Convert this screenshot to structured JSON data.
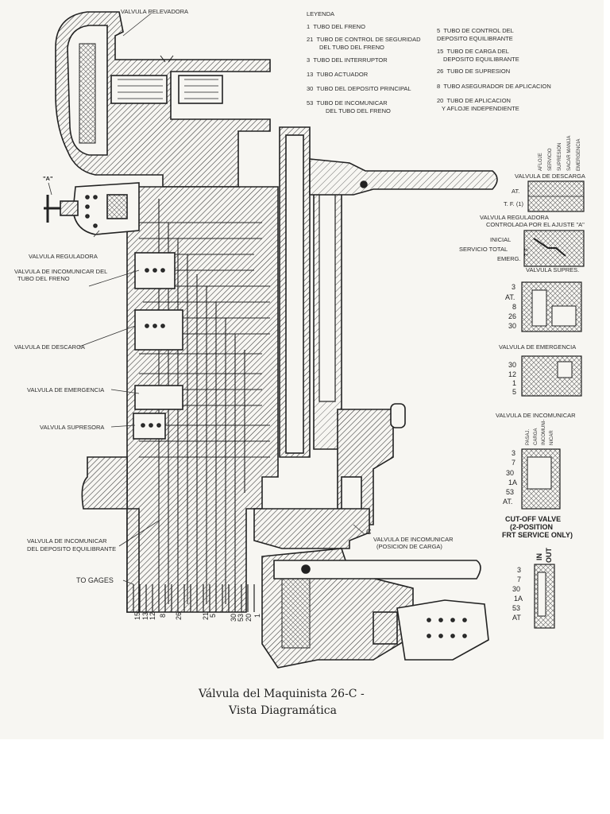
{
  "title_line1": "Válvula del Maquinista 26-C -",
  "title_line2": "Vista Diagramática",
  "legend": {
    "heading": "LEYENDA",
    "col1": [
      {
        "num": "1",
        "text": "TUBO DEL FRENO"
      },
      {
        "num": "21",
        "text": "TUBO DE CONTROL DE SEGURIDAD",
        "text2": "DEL TUBO DEL FRENO"
      },
      {
        "num": "3",
        "text": "TUBO DEL INTERRUPTOR"
      },
      {
        "num": "13",
        "text": "TUBO ACTUADOR"
      },
      {
        "num": "30",
        "text": "TUBO DEL DEPOSITO PRINCIPAL"
      },
      {
        "num": "53",
        "text": "TUBO DE INCOMUNICAR",
        "text2": "DEL TUBO DEL FRENO"
      }
    ],
    "col2": [
      {
        "num": "5",
        "text": "TUBO DE CONTROL DEL",
        "text2": "DEPOSITO EQUILIBRANTE"
      },
      {
        "num": "15",
        "text": "TUBO DE CARGA DEL",
        "text2": "DEPOSITO EQUILIBRANTE"
      },
      {
        "num": "26",
        "text": "TUBO DE SUPRESION"
      },
      {
        "num": "8",
        "text": "TUBO ASEGURADOR DE APLICACION"
      },
      {
        "num": "20",
        "text": "TUBO DE APLICACION",
        "text2": "Y AFLOJE INDEPENDIENTE"
      }
    ]
  },
  "labels": {
    "valvula_relevadora": "VALVULA RELEVADORA",
    "a_marker": "\"A\"",
    "valvula_reguladora": "VALVULA REGULADORA",
    "incomunicar_freno_1": "VALVULA DE INCOMUNICAR DEL",
    "incomunicar_freno_2": "TUBO DEL FRENO",
    "valvula_descarga": "VALVULA DE DESCARGA",
    "valvula_emergencia": "VALVULA DE EMERGENCIA",
    "valvula_supresora": "VALVULA SUPRESORA",
    "incomunicar_deposito_1": "VALVULA DE INCOMUNICAR",
    "incomunicar_deposito_2": "DEL DEPOSITO EQUILIBRANTE",
    "to_gages": "TO GAGES",
    "incomunicar_carga_marker": "C",
    "incomunicar_carga_1": "VALVULA DE INCOMUNICAR",
    "incomunicar_carga_2": "(POSICION DE CARGA)"
  },
  "pipe_numbers": [
    "15",
    "13",
    "12",
    "8",
    "26",
    "21",
    "5",
    "30",
    "53",
    "20",
    "1"
  ],
  "side": {
    "positions_header": [
      "AFLOJE",
      "SERVICIO",
      "SUPRESION",
      "SACAR MANIJA",
      "EMERGENCIA"
    ],
    "descarga": {
      "title": "VALVULA DE DESCARGA",
      "rows": [
        "AT.",
        "T. F. (1)"
      ]
    },
    "reguladora": {
      "title1": "VALVULA REGULADORA",
      "title2": "CONTROLADA POR EL AJUSTE \"A\"",
      "rows": [
        "INICIAL",
        "SERVICIO TOTAL",
        "EMERG."
      ],
      "side_tag": "T. F."
    },
    "supres": {
      "title": "VALVULA SUPRES.",
      "rows": [
        "3",
        "AT.",
        "8",
        "26",
        "30"
      ]
    },
    "emergencia": {
      "title": "VALVULA DE EMERGENCIA",
      "rows": [
        "30",
        "12",
        "1",
        "5"
      ]
    },
    "incomunicar": {
      "title": "VALVULA DE INCOMUNICAR",
      "cols": [
        "PASAJ.",
        "CARGA",
        "INCOMUNI-",
        "NICAR"
      ],
      "rows": [
        "3",
        "7",
        "30",
        "1A",
        "53",
        "AT."
      ]
    },
    "cutoff": {
      "title1": "CUT-OFF VALVE",
      "title2": "(2-POSITION",
      "title3": "FRT SERVICE ONLY)",
      "cols": [
        "IN",
        "OUT"
      ],
      "rows": [
        "3",
        "7",
        "30",
        "1A",
        "53",
        "AT"
      ]
    }
  }
}
